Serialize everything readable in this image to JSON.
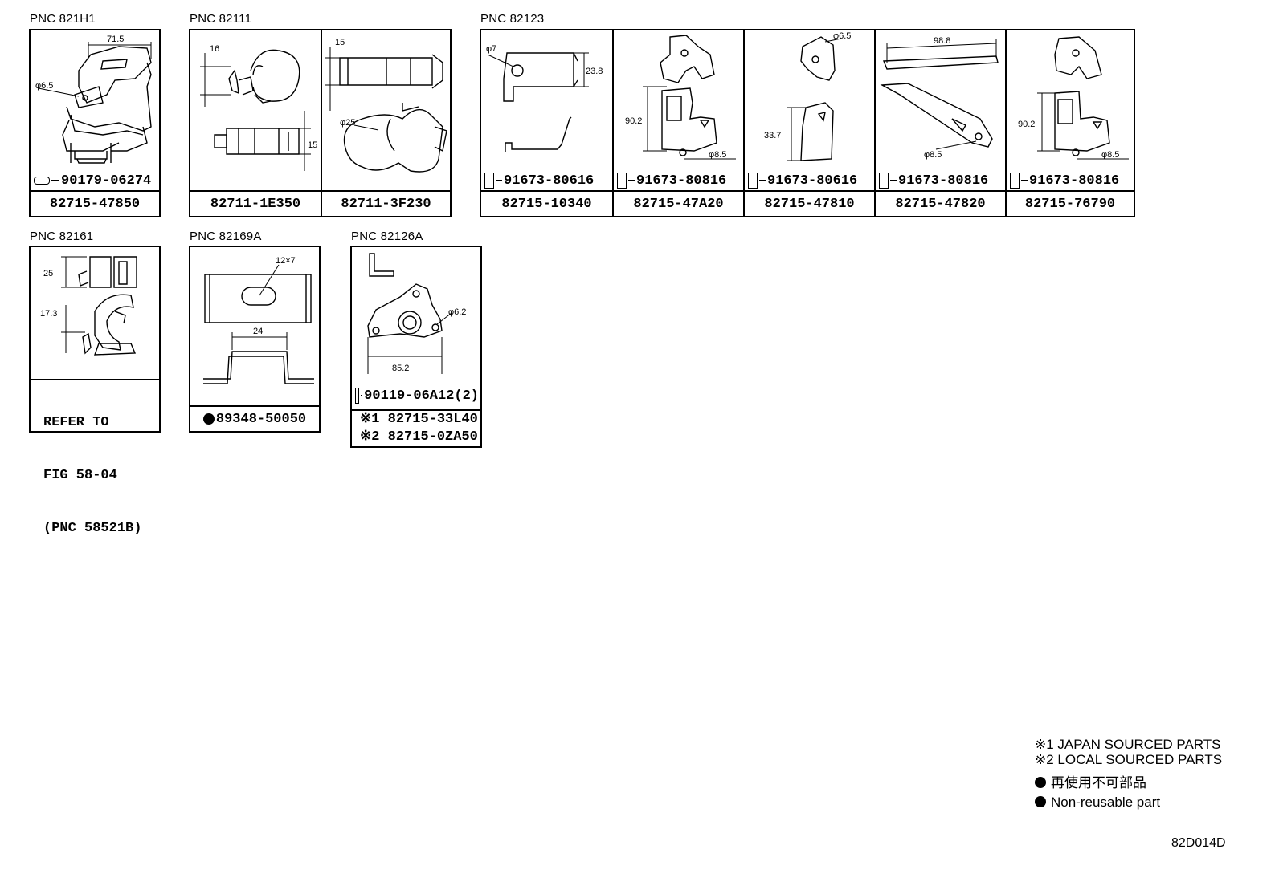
{
  "groups": {
    "g1": {
      "pnc": "PNC 821H1",
      "dims": [
        "71.5",
        "φ6.5"
      ],
      "fastener": "90179-06274",
      "part": "82715-47850"
    },
    "g2": {
      "pnc": "PNC 82111",
      "cells": [
        {
          "dims": [
            "16",
            "15"
          ],
          "part": "82711-1E350"
        },
        {
          "dims": [
            "15",
            "φ25"
          ],
          "part": "82711-3F230"
        }
      ]
    },
    "g3": {
      "pnc": "PNC 82123",
      "cells": [
        {
          "dims": [
            "φ7",
            "23.8"
          ],
          "fastener": "91673-80616",
          "part": "82715-10340"
        },
        {
          "dims": [
            "90.2",
            "φ8.5"
          ],
          "fastener": "91673-80816",
          "part": "82715-47A20"
        },
        {
          "dims": [
            "φ6.5",
            "33.7"
          ],
          "fastener": "91673-80616",
          "part": "82715-47810"
        },
        {
          "dims": [
            "98.8",
            "φ8.5"
          ],
          "fastener": "91673-80816",
          "part": "82715-47820"
        },
        {
          "dims": [
            "90.2",
            "φ8.5"
          ],
          "fastener": "91673-80816",
          "part": "82715-76790"
        }
      ]
    },
    "g4": {
      "pnc": "PNC 82161",
      "dims": [
        "25",
        "17.3"
      ],
      "refer": [
        "REFER TO",
        "FIG 58-04",
        "(PNC 58521B)"
      ]
    },
    "g5": {
      "pnc": "PNC 82169A",
      "dims": [
        "12×7",
        "24"
      ],
      "part": "89348-50050"
    },
    "g6": {
      "pnc": "PNC 82126A",
      "dims": [
        "φ6.2",
        "85.2"
      ],
      "fastener": "90119-06A12(2)",
      "part1": "※1 82715-33L40",
      "part2": "※2 82715-0ZA50"
    }
  },
  "legend": {
    "line1": "※1 JAPAN SOURCED PARTS",
    "line2": "※2 LOCAL SOURCED PARTS",
    "line3": "再使用不可部品",
    "line4": "Non-reusable part"
  },
  "figure_code": "82D014D"
}
